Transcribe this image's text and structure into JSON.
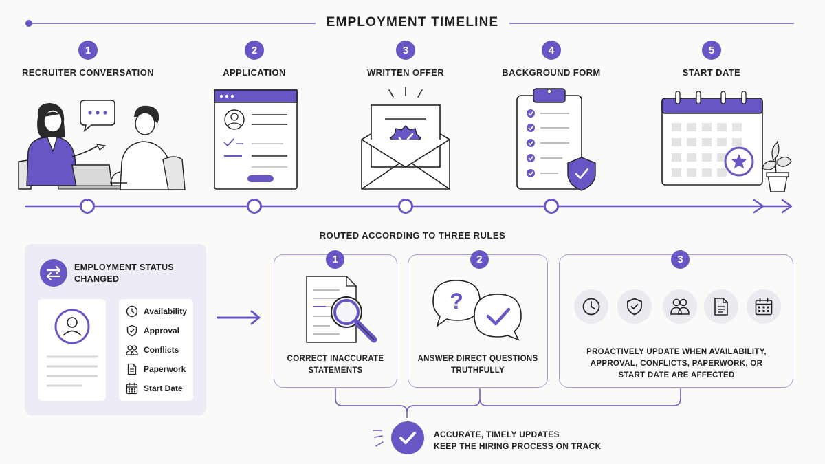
{
  "title": "EMPLOYMENT TIMELINE",
  "stages": [
    {
      "num": "1",
      "label": "RECRUITER CONVERSATION"
    },
    {
      "num": "2",
      "label": "APPLICATION"
    },
    {
      "num": "3",
      "label": "WRITTEN OFFER"
    },
    {
      "num": "4",
      "label": "BACKGROUND FORM"
    },
    {
      "num": "5",
      "label": "START DATE"
    }
  ],
  "section_title": "ROUTED ACCORDING TO THREE RULES",
  "status_panel": {
    "title": "EMPLOYMENT STATUS CHANGED",
    "events": [
      {
        "icon": "clock-icon",
        "label": "Availability"
      },
      {
        "icon": "shield-check-icon",
        "label": "Approval"
      },
      {
        "icon": "people-icon",
        "label": "Conflicts"
      },
      {
        "icon": "document-icon",
        "label": "Paperwork"
      },
      {
        "icon": "calendar-icon",
        "label": "Start Date"
      }
    ]
  },
  "rules": [
    {
      "num": "1",
      "text": "CORRECT INACCURATE STATEMENTS"
    },
    {
      "num": "2",
      "text": "ANSWER DIRECT QUESTIONS TRUTHFULLY"
    },
    {
      "num": "3",
      "text": "PROACTIVELY UPDATE WHEN AVAILABILITY, APPROVAL, CONFLICTS, PAPERWORK, OR START DATE ARE AFFECTED",
      "icons": [
        "clock-icon",
        "shield-check-icon",
        "people-icon",
        "document-icon",
        "calendar-icon"
      ]
    }
  ],
  "outcome": {
    "line1": "ACCURATE, TIMELY UPDATES",
    "line2": "KEEP THE HIRING PROCESS ON TRACK"
  },
  "colors": {
    "accent": "#6A55C4",
    "accent_light": "#A99BD9",
    "panel": "#EFEBF6"
  }
}
